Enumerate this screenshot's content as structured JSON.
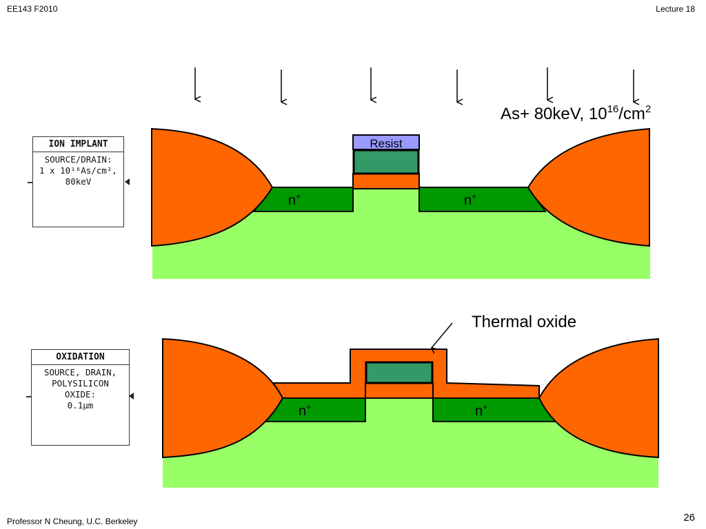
{
  "header": {
    "course": "EE143 F2010",
    "lecture": "Lecture 18"
  },
  "footer": {
    "author": "Professor  N Cheung, U.C. Berkeley",
    "page": "26"
  },
  "colors": {
    "field_oxide": "#ff6600",
    "substrate": "#99ff66",
    "n_plus": "#009900",
    "poly": "#339966",
    "resist": "#9999ff"
  },
  "top_step": {
    "title": "ION IMPLANT",
    "body": "SOURCE/DRAIN:\n1 x 10¹⁶As/cm²,\n80keV"
  },
  "bottom_step": {
    "title": "OXIDATION",
    "body": "SOURCE, DRAIN,\nPOLYSILICON\nOXIDE:\n0.1μm"
  },
  "implant_label": {
    "main": "As+ 80keV, 10",
    "exp1": "16",
    "mid": "/cm",
    "exp2": "2"
  },
  "resist_label": "Resist",
  "n_plus_label": "n",
  "n_plus_sup": "+",
  "thermal_oxide_label": "Thermal oxide"
}
